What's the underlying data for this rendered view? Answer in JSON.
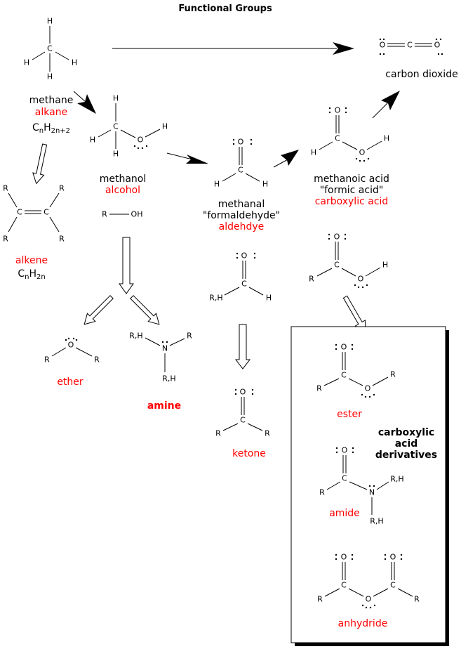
{
  "title": "Functional Groups",
  "atoms": {
    "H": "H",
    "C": "C",
    "O": "O",
    "R": "R",
    "N": "N",
    "RH": "R,H",
    "OH": "OH"
  },
  "methane": {
    "name": "methane",
    "class": "alkane",
    "formula": {
      "c": "C",
      "n": "n",
      "h": "H",
      "sub": "2n+2"
    }
  },
  "carbon_dioxide": {
    "name": "carbon dioxide"
  },
  "methanol": {
    "name": "methanol",
    "class": "alcohol"
  },
  "methanal": {
    "name": "methanal",
    "alt": "\"formaldehyde\"",
    "class": "aldehdye"
  },
  "methanoic_acid": {
    "name": "methanoic acid",
    "alt": "\"formic acid\"",
    "class": "carboxylic acid"
  },
  "alkene": {
    "class": "alkene",
    "formula": {
      "c": "C",
      "n": "n",
      "h": "H",
      "sub": "2n"
    }
  },
  "ether": {
    "class": "ether"
  },
  "amine": {
    "class": "amine"
  },
  "ketone": {
    "class": "ketone"
  },
  "derivatives": {
    "heading": [
      "carboxylic",
      "acid",
      "derivatives"
    ],
    "ester": "ester",
    "amide": "amide",
    "anhydride": "anhydride"
  },
  "colors": {
    "class_label": "#ff0000",
    "text": "#000000"
  }
}
